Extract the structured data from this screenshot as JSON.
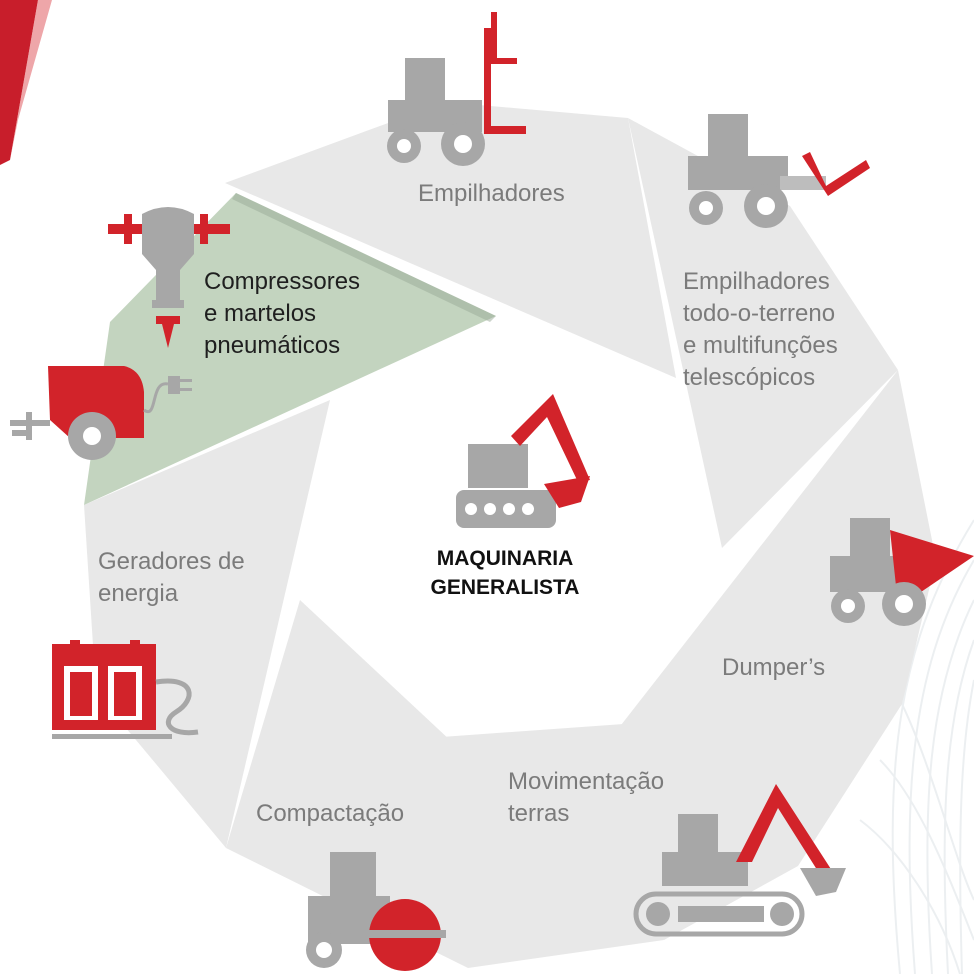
{
  "center": {
    "line1": "MAQUINARIA",
    "line2": "GENERALISTA"
  },
  "segments": [
    {
      "id": "empilhadores",
      "lines": [
        "Empilhadores"
      ],
      "icon": "forklift-icon"
    },
    {
      "id": "todo-terreno",
      "lines": [
        "Empilhadores",
        "todo-o-terreno",
        "e multifunções",
        "telescópicos"
      ],
      "icon": "telehandler-icon"
    },
    {
      "id": "dumpers",
      "lines": [
        "Dumper’s"
      ],
      "icon": "dumper-icon"
    },
    {
      "id": "movimentacao",
      "lines": [
        "Movimentação",
        "terras"
      ],
      "icon": "excavator-icon"
    },
    {
      "id": "compactacao",
      "lines": [
        "Compactação"
      ],
      "icon": "road-roller-icon"
    },
    {
      "id": "geradores",
      "lines": [
        "Geradores de",
        "energia"
      ],
      "icon": "generator-icon"
    },
    {
      "id": "compressores",
      "lines": [
        "Compressores",
        "e martelos",
        "pneumáticos"
      ],
      "icon": "jackhammer-compressor-icon",
      "active": true
    }
  ],
  "colors": {
    "accent": "#d2232a",
    "machine_gray": "#a7a7a7",
    "segment": "#e8e8e8",
    "active_segment": "#c3d4bf",
    "label": "#7b7b7b",
    "active_label": "#1f1f1f"
  }
}
